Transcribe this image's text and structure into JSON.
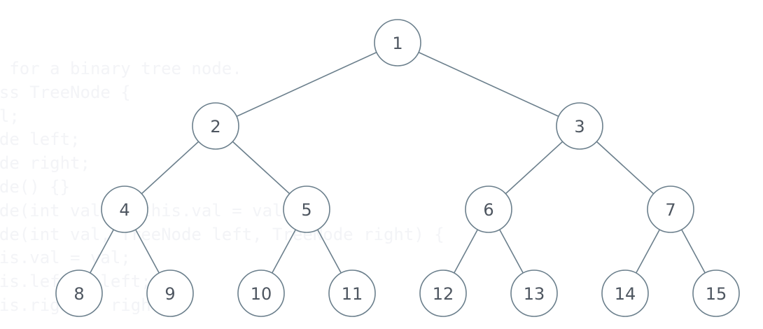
{
  "background_code": [
    "on for a binary tree node.",
    "lass TreeNode {",
    "val;",
    "Node left;",
    "Node right;",
    "Node() {}",
    "Node(int val) { this.val = val; }",
    "Node(int val, TreeNode left, TreeNode right) {",
    "this.val = val;",
    "this.left = left;",
    "this.right = right;"
  ],
  "tree": {
    "nodes": [
      "1",
      "2",
      "3",
      "4",
      "5",
      "6",
      "7",
      "8",
      "9",
      "10",
      "11",
      "12",
      "13",
      "14",
      "15"
    ],
    "edges": [
      [
        0,
        1
      ],
      [
        0,
        2
      ],
      [
        1,
        3
      ],
      [
        1,
        4
      ],
      [
        2,
        5
      ],
      [
        2,
        6
      ],
      [
        3,
        7
      ],
      [
        3,
        8
      ],
      [
        4,
        9
      ],
      [
        4,
        10
      ],
      [
        5,
        11
      ],
      [
        5,
        12
      ],
      [
        6,
        13
      ],
      [
        6,
        14
      ]
    ]
  },
  "colors": {
    "stroke": "#6b7f8c",
    "label": "#4e5660",
    "watermark": "#f3f4f7"
  }
}
